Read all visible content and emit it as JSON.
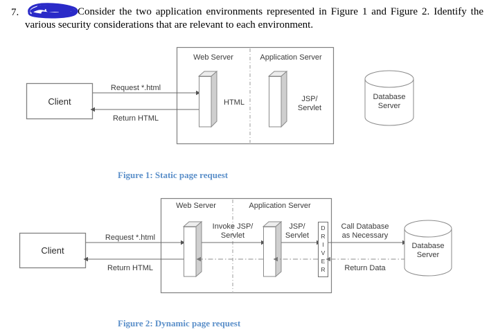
{
  "question": {
    "number": "7.",
    "redacted_mark": "blue-scribble-redaction",
    "text_part1": "Consider the two application environments represented in Figure 1 and Figure 2. Identify",
    "text_part2": "the various security considerations that are relevant to each environment."
  },
  "figure1": {
    "caption": "Figure 1: Static page request",
    "client_label": "Client",
    "zone_web_server": "Web Server",
    "zone_app_server": "Application Server",
    "arrow_request": "Request *.html",
    "arrow_return": "Return HTML",
    "web_component_label": "HTML",
    "app_component_label_line1": "JSP/",
    "app_component_label_line2": "Servlet",
    "database_label_line1": "Database",
    "database_label_line2": "Server"
  },
  "figure2": {
    "caption": "Figure 2: Dynamic page request",
    "client_label": "Client",
    "zone_web_server": "Web Server",
    "zone_app_server": "Application Server",
    "arrow_request": "Request *.html",
    "arrow_return": "Return HTML",
    "arrow_invoke_line1": "Invoke JSP/",
    "arrow_invoke_line2": "Servlet",
    "component_jsp_line1": "JSP/",
    "component_jsp_line2": "Servlet",
    "driver_label": "DRIVER",
    "driver_letters": [
      "D",
      "R",
      "I",
      "V",
      "E",
      "R"
    ],
    "arrow_call_db_line1": "Call Database",
    "arrow_call_db_line2": "as Necessary",
    "arrow_return_data": "Return Data",
    "database_label_line1": "Database",
    "database_label_line2": "Server"
  },
  "colors": {
    "caption_blue": "#5b8fc9",
    "scribble_blue": "#2a2ac8",
    "stroke_gray": "#808080",
    "stroke_dark": "#595959",
    "box_face": "#ffffff",
    "box_shade": "#d9d9d9",
    "text_gray": "#3a3a3a"
  }
}
